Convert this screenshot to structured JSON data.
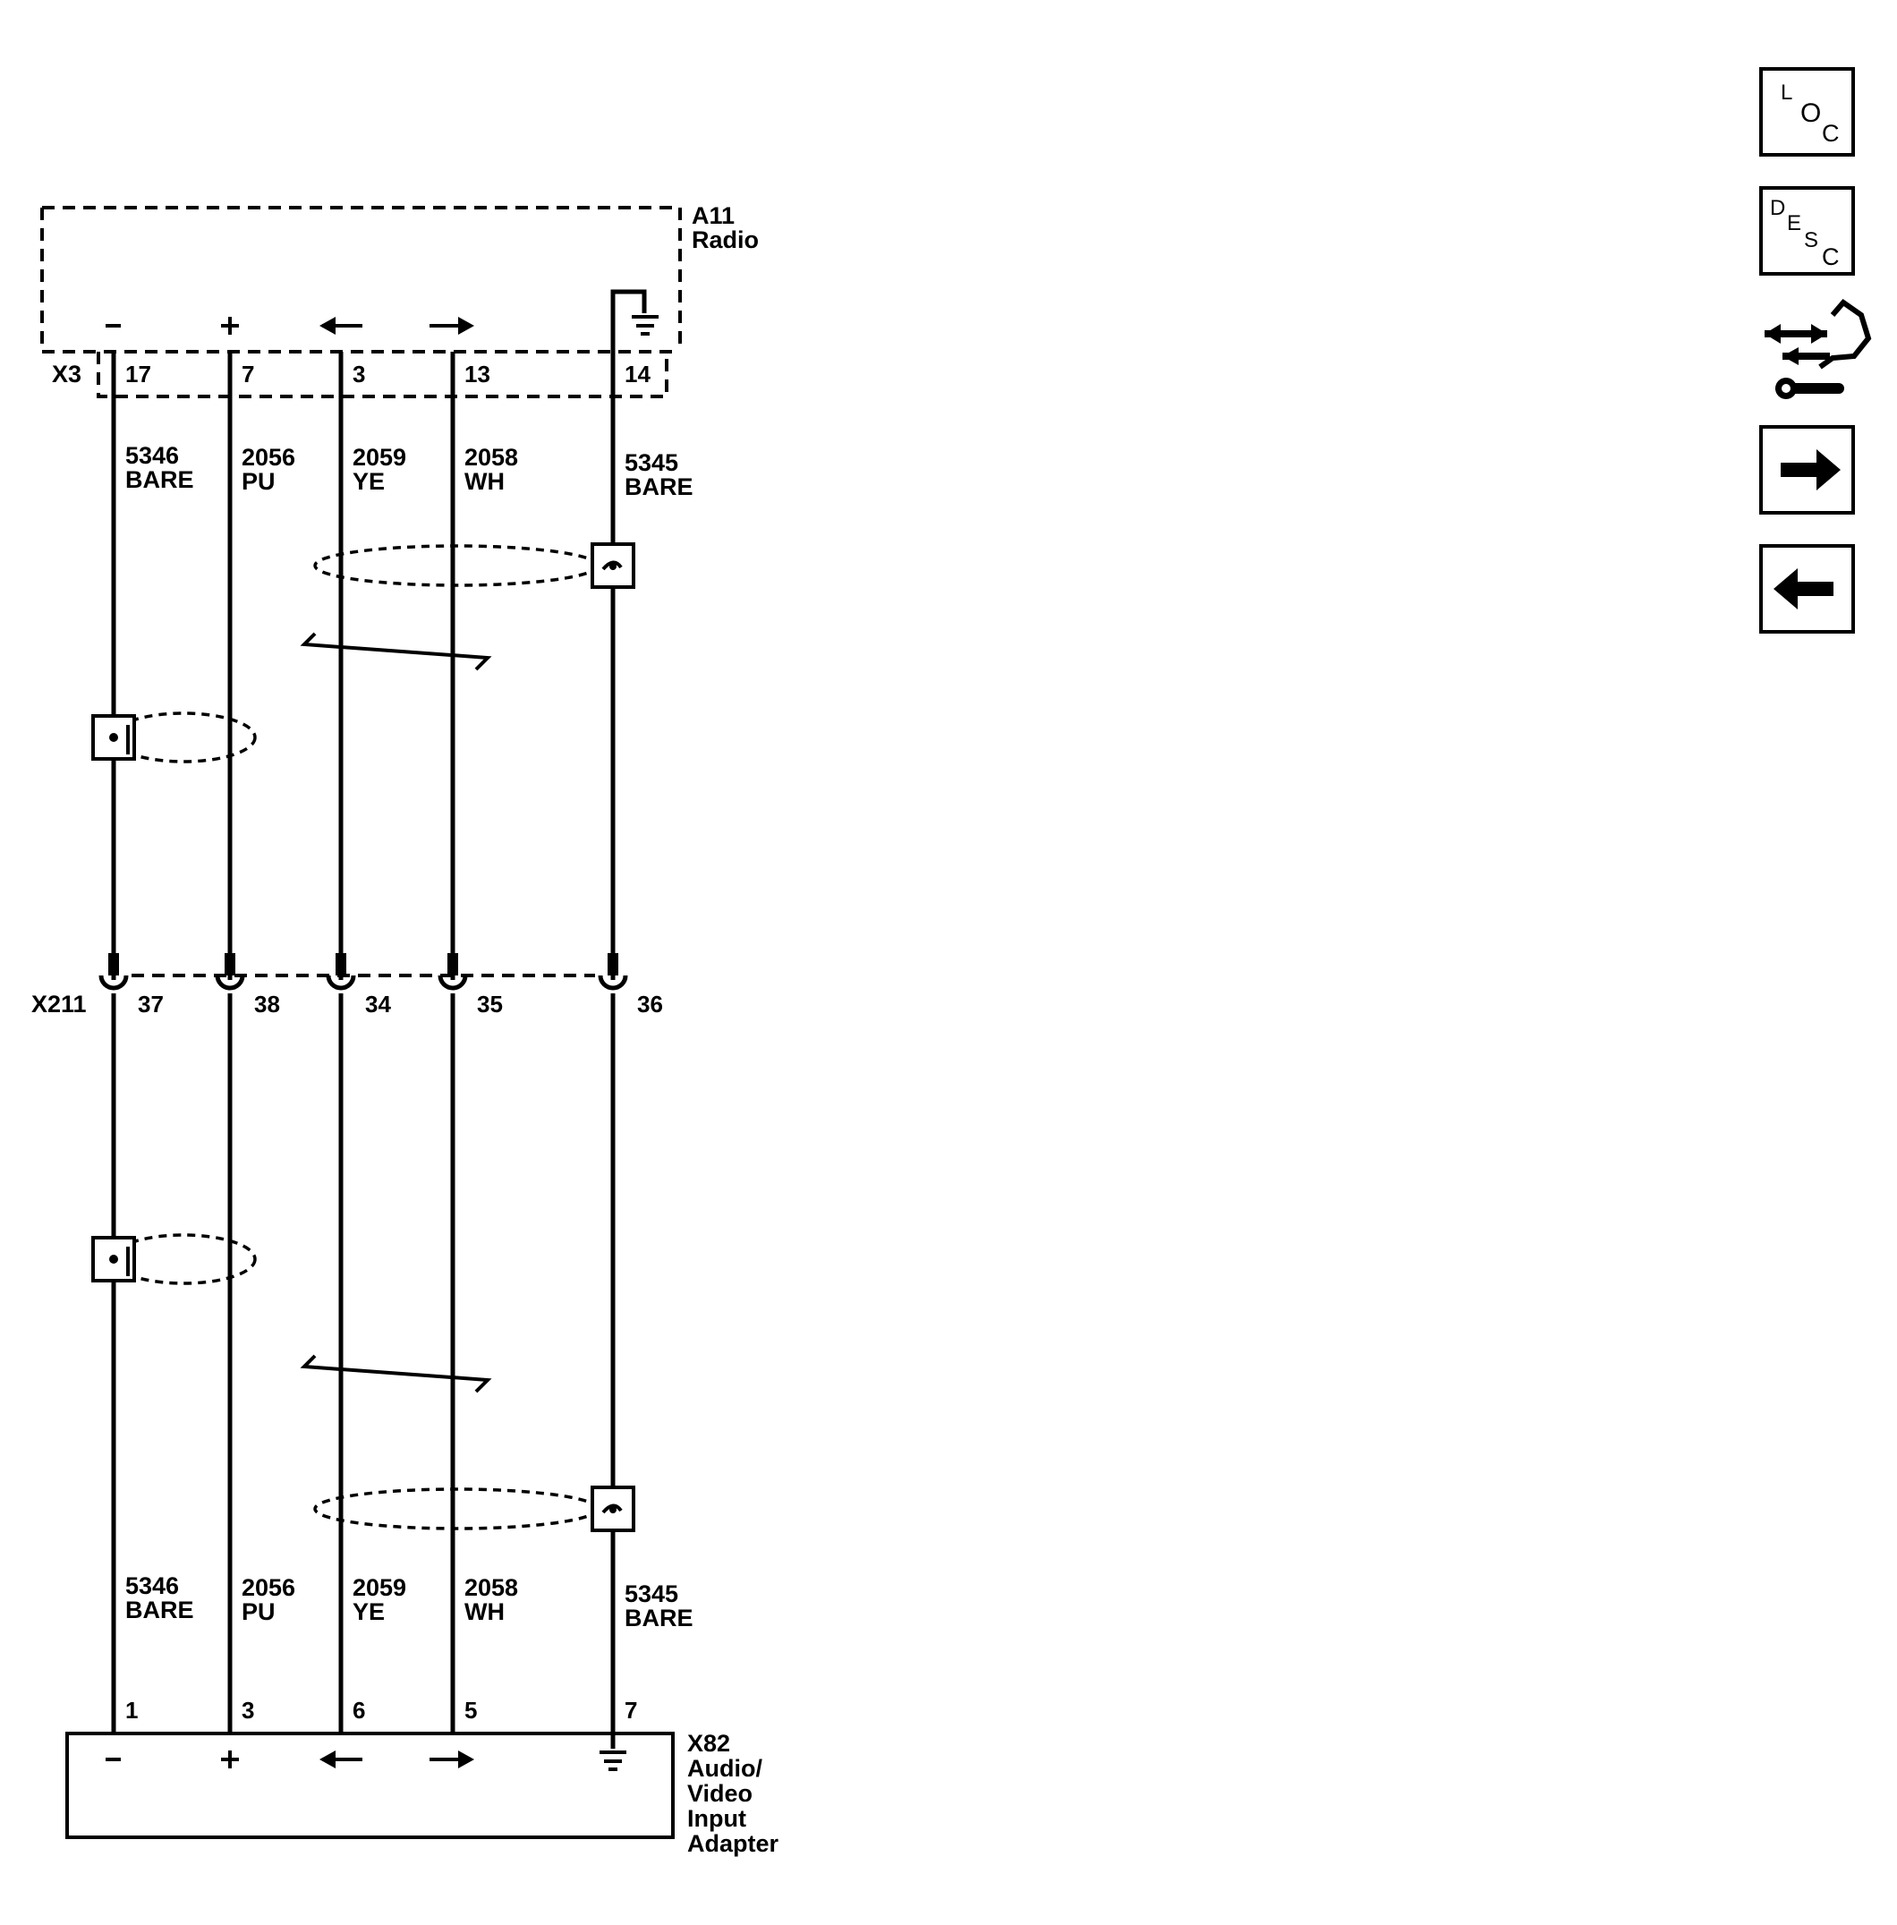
{
  "components": {
    "radio": {
      "id": "A11",
      "name": "Radio",
      "connector": "X3"
    },
    "inline": {
      "connector": "X211"
    },
    "adapter": {
      "id": "X82",
      "name_lines": [
        "Audio/",
        "Video",
        "Input",
        "Adapter"
      ]
    }
  },
  "wires": [
    {
      "circuit": "5346",
      "color": "BARE",
      "radio_pin": "17",
      "inline_pin": "37",
      "adapter_pin": "1",
      "symbol": "-"
    },
    {
      "circuit": "2056",
      "color": "PU",
      "radio_pin": "7",
      "inline_pin": "38",
      "adapter_pin": "3",
      "symbol": "+"
    },
    {
      "circuit": "2059",
      "color": "YE",
      "radio_pin": "3",
      "inline_pin": "34",
      "adapter_pin": "6",
      "symbol": "arrow-left"
    },
    {
      "circuit": "2058",
      "color": "WH",
      "radio_pin": "13",
      "inline_pin": "35",
      "adapter_pin": "5",
      "symbol": "arrow-right"
    },
    {
      "circuit": "5345",
      "color": "BARE",
      "radio_pin": "14",
      "inline_pin": "36",
      "adapter_pin": "7",
      "symbol": "ground"
    }
  ],
  "side_nav": [
    {
      "name": "loc",
      "icon": "loc-icon",
      "letters": [
        "L",
        "O",
        "C"
      ]
    },
    {
      "name": "desc",
      "icon": "desc-icon",
      "letters": [
        "D",
        "E",
        "S",
        "C"
      ]
    },
    {
      "name": "connector-end-view",
      "icon": "connector-wrench-icon"
    },
    {
      "name": "next",
      "icon": "arrow-right-icon"
    },
    {
      "name": "previous",
      "icon": "arrow-left-icon"
    }
  ]
}
